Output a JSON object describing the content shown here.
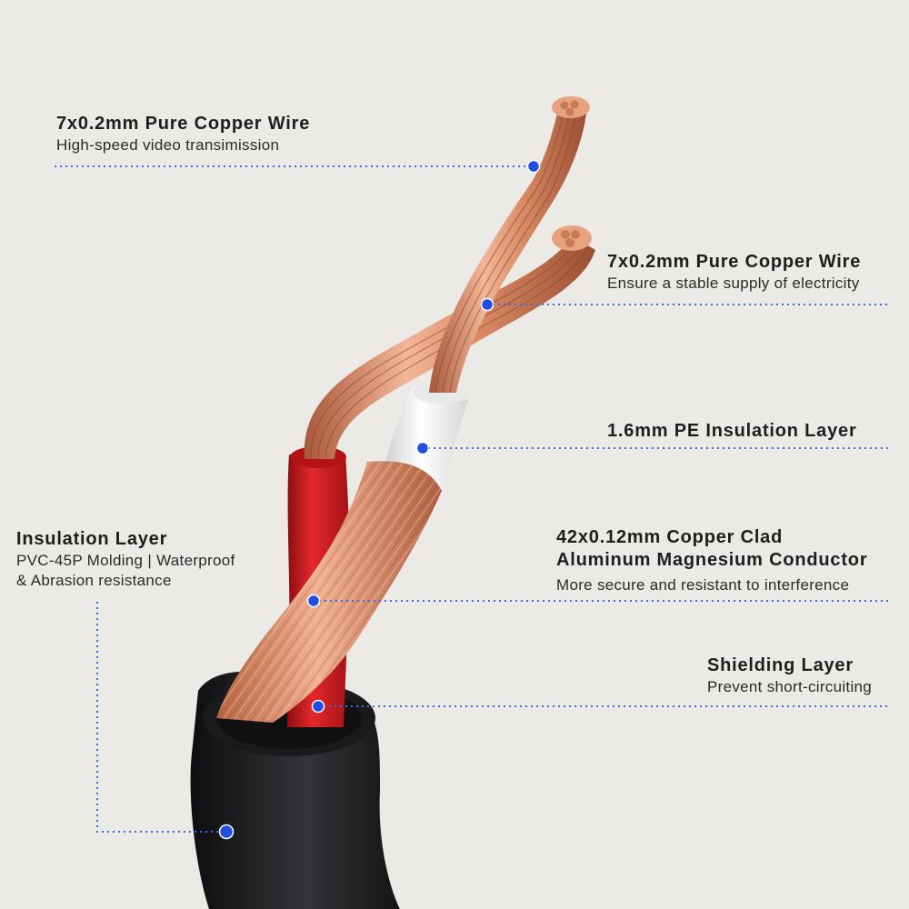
{
  "colors": {
    "background": "#eceae7",
    "copper_light": "#f2b698",
    "copper_mid": "#d98a63",
    "copper_dark": "#a8583a",
    "red_insulation": "#d8191c",
    "white_insulation": "#f6f6f6",
    "black_jacket": "#1f1f21",
    "callout_dot": "#1f4fe0",
    "callout_line": "#3d6fd8"
  },
  "callouts": [
    {
      "title": "7x0.2mm Pure Copper Wire",
      "subtitle": "High-speed video transimission"
    },
    {
      "title": "7x0.2mm Pure Copper Wire",
      "subtitle": "Ensure a stable supply of electricity"
    },
    {
      "title": "1.6mm PE Insulation Layer",
      "subtitle": ""
    },
    {
      "title": "42x0.12mm Copper Clad",
      "title2": "Aluminum Magnesium Conductor",
      "subtitle": "More secure and resistant to interference"
    },
    {
      "title": "Shielding Layer",
      "subtitle": "Prevent short-circuiting"
    },
    {
      "title": "Insulation Layer",
      "subtitle": "PVC-45P Molding | Waterproof",
      "subtitle2": "& Abrasion resistance"
    }
  ]
}
